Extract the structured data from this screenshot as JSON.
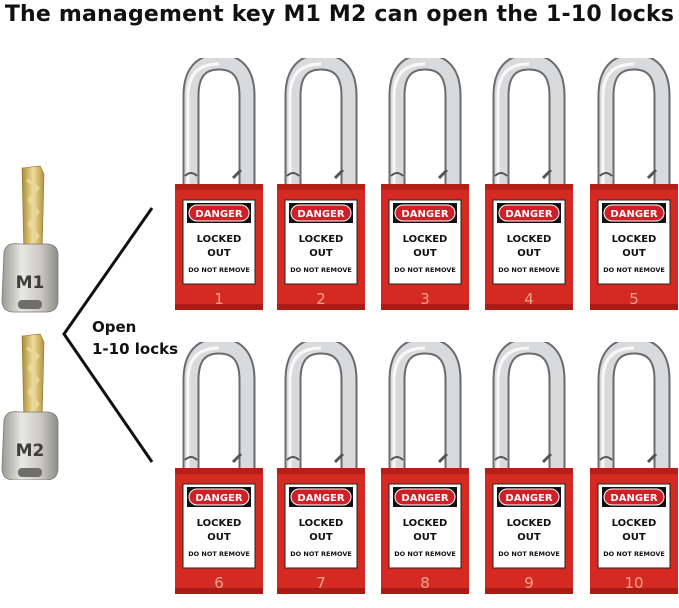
{
  "title": "The management key M1 M2 can open the 1-10 locks",
  "keys": [
    {
      "label": "M1"
    },
    {
      "label": "M2"
    }
  ],
  "open_label": {
    "line1": "Open",
    "line2": "1-10 locks"
  },
  "tag": {
    "header": "DANGER",
    "line1": "LOCKED",
    "line2": "OUT",
    "line3": "DO NOT REMOVE"
  },
  "locks": [
    {
      "number": "1"
    },
    {
      "number": "2"
    },
    {
      "number": "3"
    },
    {
      "number": "4"
    },
    {
      "number": "5"
    },
    {
      "number": "6"
    },
    {
      "number": "7"
    },
    {
      "number": "8"
    },
    {
      "number": "9"
    },
    {
      "number": "10"
    }
  ],
  "colors": {
    "lock_body": "#d42a22",
    "lock_number": "#f0a28c",
    "danger": "#d01f26"
  }
}
